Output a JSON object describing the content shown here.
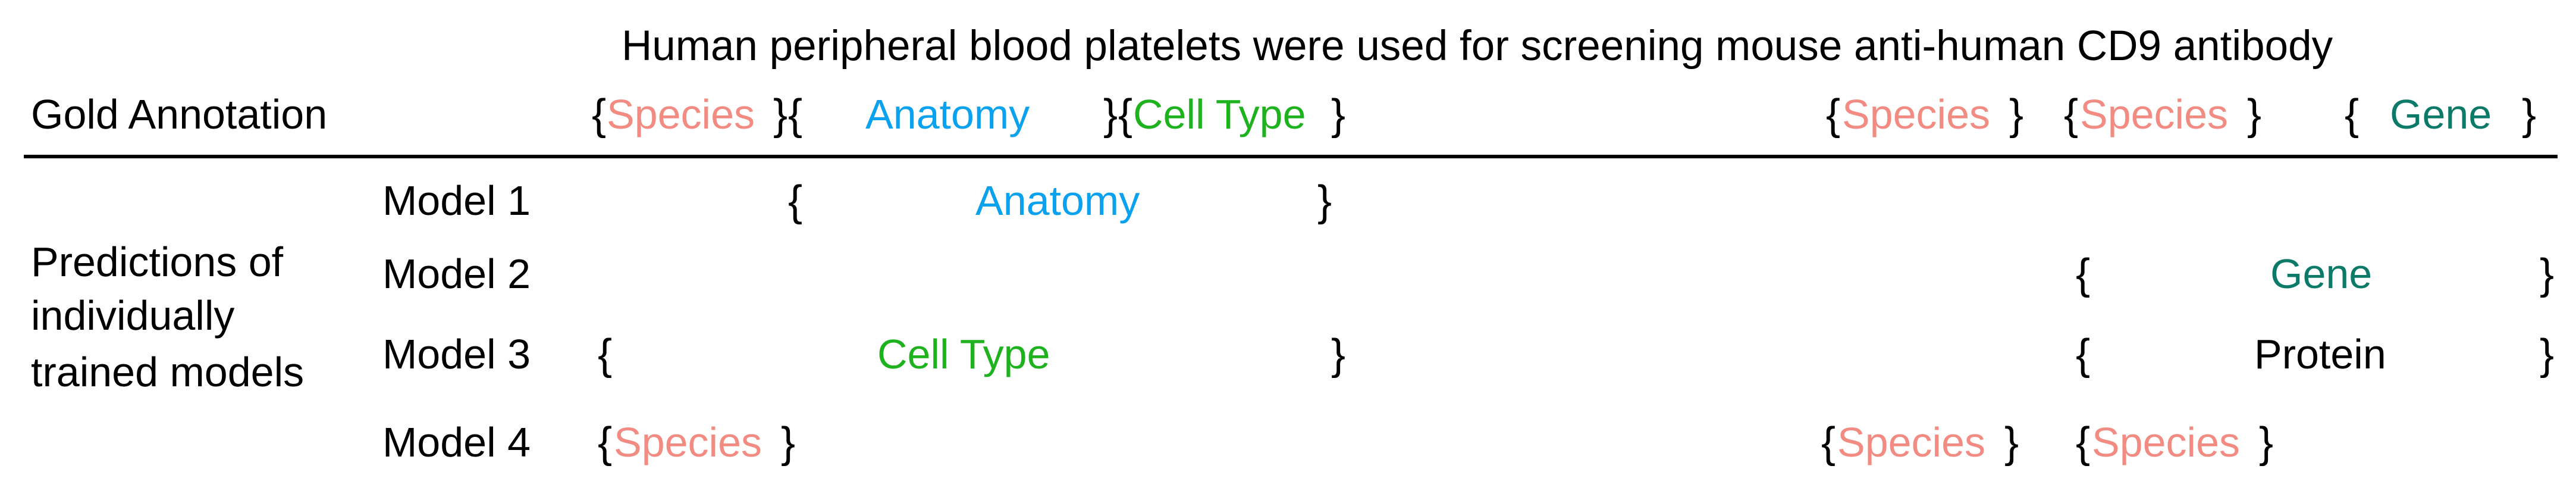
{
  "sentence": "Human peripheral blood platelets were used for screening mouse anti-human CD9 antibody",
  "gold_label": "Gold Annotation",
  "pred_label": [
    "Predictions of",
    "individually",
    "trained models"
  ],
  "models": [
    "Model 1",
    "Model 2",
    "Model 3",
    "Model 4"
  ],
  "entity_colors": {
    "Species": "#f28b82",
    "Anatomy": "#0aa2ee",
    "Cell Type": "#1fb21f",
    "Gene": "#0b7a68",
    "Protein": "#000000"
  },
  "labels": {
    "species": "Species",
    "anatomy": "Anatomy",
    "celltype": "Cell Type",
    "gene": "Gene",
    "protein": "Protein"
  },
  "brace_open": "{",
  "brace_close": "}"
}
